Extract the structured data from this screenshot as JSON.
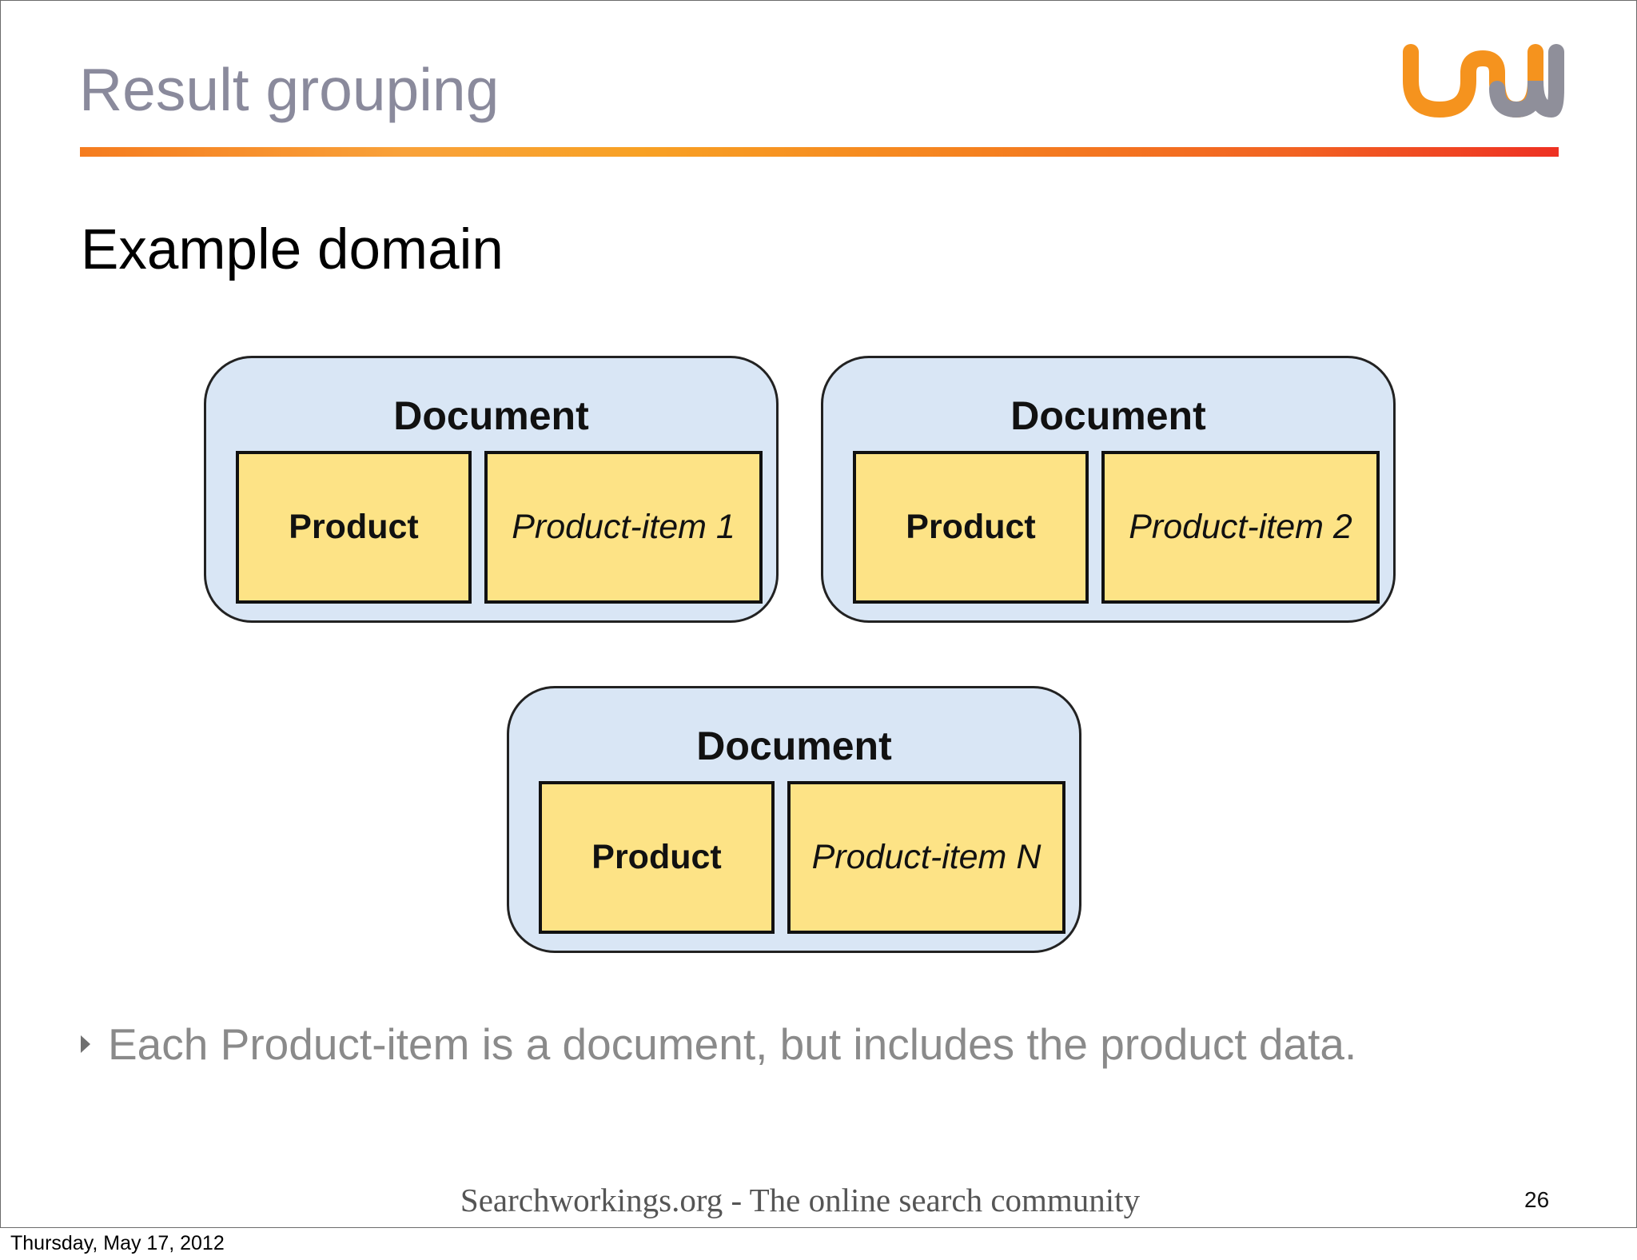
{
  "slide": {
    "title": "Result grouping",
    "subtitle": "Example domain",
    "logo_colors": {
      "primary": "#f5931e",
      "secondary": "#8f8f9a"
    },
    "rule_colors": [
      "#f57c1f",
      "#f9a23a",
      "#ee3123"
    ]
  },
  "diagram": {
    "documents": [
      {
        "title": "Document",
        "product": "Product",
        "item": "Product-item 1"
      },
      {
        "title": "Document",
        "product": "Product",
        "item": "Product-item 2"
      },
      {
        "title": "Document",
        "product": "Product",
        "item": "Product-item N"
      }
    ],
    "colors": {
      "document_fill": "#d9e6f5",
      "cell_fill": "#fde386",
      "outline": "#111111"
    }
  },
  "bullet": {
    "text": "Each Product-item is a document, but includes the product data."
  },
  "footer": {
    "text": "Searchworkings.org - The online search community",
    "page_number": "26"
  },
  "date_label": "Thursday, May 17, 2012"
}
